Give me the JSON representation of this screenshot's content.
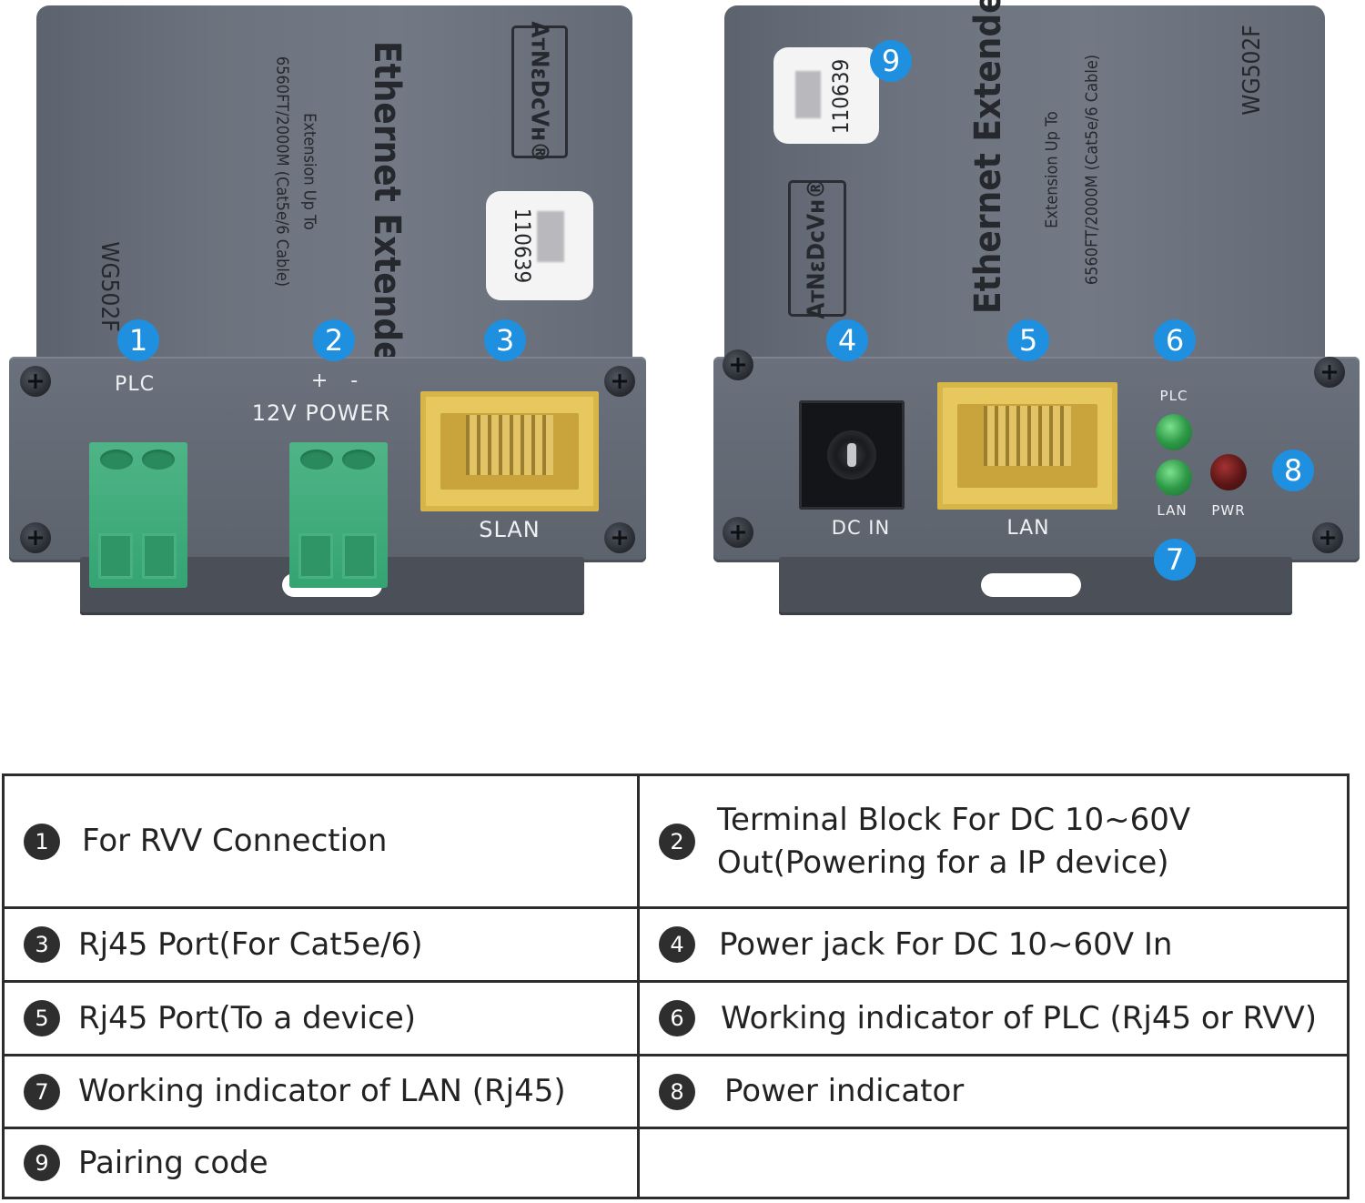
{
  "left_device": {
    "brand": "AтNεDcVн®",
    "title": "Ethernet Extender",
    "subtitle_line1": "Extension Up To",
    "subtitle_line2": "6560FT/2000M (Cat5e/6 Cable)",
    "model": "WG502F",
    "sticker_code": "110639",
    "port_labels": {
      "plc": "PLC",
      "polarity": "+   -",
      "power": "12V POWER",
      "slan": "SLAN"
    }
  },
  "right_device": {
    "brand": "AтNεDcVн®",
    "title": "Ethernet Extender",
    "subtitle_line1": "Extension Up To",
    "subtitle_line2": "6560FT/2000M (Cat5e/6 Cable)",
    "model": "WG502F",
    "sticker_code": "110639",
    "port_labels": {
      "dc_in": "DC IN",
      "lan": "LAN",
      "led_plc": "PLC",
      "led_lan": "LAN",
      "led_pwr": "PWR"
    }
  },
  "callouts": [
    "1",
    "2",
    "3",
    "4",
    "5",
    "6",
    "7",
    "8",
    "9"
  ],
  "legend": [
    [
      {
        "num": "1",
        "text": "For RVV Connection"
      },
      {
        "num": "2",
        "text": "Terminal Block For DC 10~60V Out(Powering for a IP device)"
      }
    ],
    [
      {
        "num": "3",
        "text": "Rj45 Port(For Cat5e/6)"
      },
      {
        "num": "4",
        "text": "Power jack For DC 10~60V In"
      }
    ],
    [
      {
        "num": "5",
        "text": "Rj45 Port(To a device)"
      },
      {
        "num": "6",
        "text": "Working indicator of PLC (Rj45 or RVV)"
      }
    ],
    [
      {
        "num": "7",
        "text": "Working indicator of LAN (Rj45)"
      },
      {
        "num": "8",
        "text": "Power indicator"
      }
    ],
    [
      {
        "num": "9",
        "text": "Pairing code"
      },
      {
        "num": "",
        "text": ""
      }
    ]
  ],
  "colors": {
    "badge_blue": "#1f8fe0",
    "terminal_green": "#35a472",
    "rj45_yellow": "#e7c85f",
    "led_green": "#2e9a48",
    "led_red": "#5b1616"
  }
}
